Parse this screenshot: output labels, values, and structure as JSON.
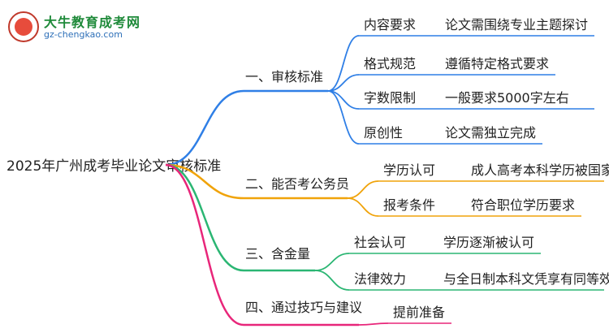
{
  "logo": {
    "name": "大牛教育成考网",
    "url": "gz-chengkao.com"
  },
  "root": {
    "label": "2025年广州成考毕业论文审核标准"
  },
  "branches": [
    {
      "label": "一、审核标准",
      "color": "#2f7fe6",
      "children": [
        {
          "label": "内容要求",
          "detail": "论文需围绕专业主题探讨"
        },
        {
          "label": "格式规范",
          "detail": "遵循特定格式要求"
        },
        {
          "label": "字数限制",
          "detail": "一般要求5000字左右"
        },
        {
          "label": "原创性",
          "detail": "论文需独立完成"
        }
      ]
    },
    {
      "label": "二、能否考公务员",
      "color": "#f0a30a",
      "children": [
        {
          "label": "学历认可",
          "detail": "成人高考本科学历被国家认可"
        },
        {
          "label": "报考条件",
          "detail": "符合职位学历要求"
        }
      ]
    },
    {
      "label": "三、含金量",
      "color": "#2bb673",
      "children": [
        {
          "label": "社会认可",
          "detail": "学历逐渐被认可"
        },
        {
          "label": "法律效力",
          "detail": "与全日制本科文凭享有同等效力"
        }
      ]
    },
    {
      "label": "四、通过技巧与建议",
      "color": "#e8267a",
      "children": [
        {
          "label": "提前准备",
          "detail": ""
        }
      ]
    }
  ]
}
